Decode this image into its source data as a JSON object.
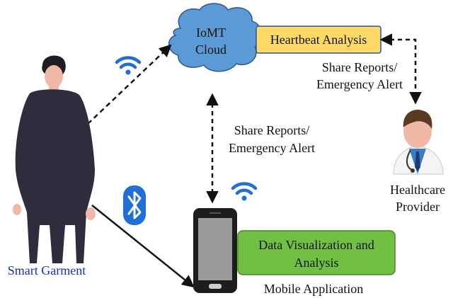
{
  "nodes": {
    "cloud": {
      "line1": "IoMT",
      "line2": "Cloud"
    },
    "heartbeat": {
      "label": "Heartbeat Analysis"
    },
    "share_right": {
      "line1": "Share Reports/",
      "line2": "Emergency Alert"
    },
    "share_center": {
      "line1": "Share Reports/",
      "line2": "Emergency Alert"
    },
    "provider": {
      "line1": "Healthcare",
      "line2": "Provider"
    },
    "garment": {
      "label": "Smart Garment"
    },
    "visualization": {
      "line1": "Data Visualization and",
      "line2": "Analysis"
    },
    "mobile": {
      "label": "Mobile Application"
    }
  },
  "colors": {
    "cloud_fill": "#5b9bd5",
    "heartbeat_fill": "#ffd966",
    "visualization_fill": "#70c044",
    "wifi": "#1f6fd6",
    "bluetooth": "#1f6fd6",
    "person_body": "#2f2d3d",
    "skin": "#f2b8a6",
    "garment_text": "#1a2bd6"
  },
  "icons": [
    "wifi-icon",
    "bluetooth-icon",
    "person-icon",
    "smartphone-icon",
    "doctor-icon",
    "cloud-shape"
  ]
}
